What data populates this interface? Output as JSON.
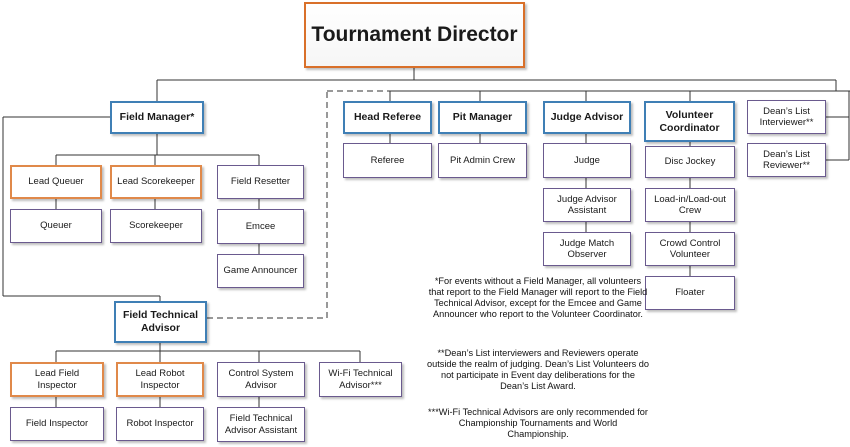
{
  "top": {
    "title": "Tournament Director"
  },
  "field_manager": {
    "label": "Field Manager*",
    "lead_queuer": "Lead Queuer",
    "queuer": "Queuer",
    "lead_scorekeeper": "Lead Scorekeeper",
    "scorekeeper": "Scorekeeper",
    "field_resetter": "Field Resetter",
    "emcee": "Emcee",
    "game_announcer": "Game Announcer"
  },
  "field_technical_advisor": {
    "label": "Field Technical Advisor",
    "lead_field_inspector": "Lead Field Inspector",
    "field_inspector": "Field Inspector",
    "lead_robot_inspector": "Lead Robot Inspector",
    "robot_inspector": "Robot Inspector",
    "control_system_advisor": "Control System Advisor",
    "field_technical_advisor_assistant": "Field Technical Advisor Assistant",
    "wifi_technical_advisor": "Wi-Fi Technical Advisor***"
  },
  "head_referee": {
    "label": "Head Referee",
    "referee": "Referee"
  },
  "pit_manager": {
    "label": "Pit Manager",
    "pit_admin_crew": "Pit Admin Crew"
  },
  "judge_advisor": {
    "label": "Judge Advisor",
    "judge": "Judge",
    "judge_advisor_assistant": "Judge Advisor Assistant",
    "judge_match_observer": "Judge Match Observer"
  },
  "volunteer_coordinator": {
    "label": "Volunteer Coordinator",
    "disc_jockey": "Disc Jockey",
    "load_in_out_crew": "Load-in/Load-out Crew",
    "crowd_control_volunteer": "Crowd Control Volunteer",
    "floater": "Floater"
  },
  "deans_list": {
    "interviewer": "Dean’s List Interviewer**",
    "reviewer": "Dean’s List Reviewer**"
  },
  "notes": {
    "note1": "*For events without a Field Manager, all volunteers that report to the Field Manager will report to the Field Technical Advisor, except for the Emcee and Game Announcer who report to the Volunteer Coordinator.",
    "note2": "**Dean’s List interviewers and Reviewers operate outside the realm of judging. Dean’s List Volunteers do not participate in Event day deliberations for the Dean’s List Award.",
    "note3": "***Wi-Fi Technical Advisors are only recommended for Championship Tournaments and World Championship."
  }
}
